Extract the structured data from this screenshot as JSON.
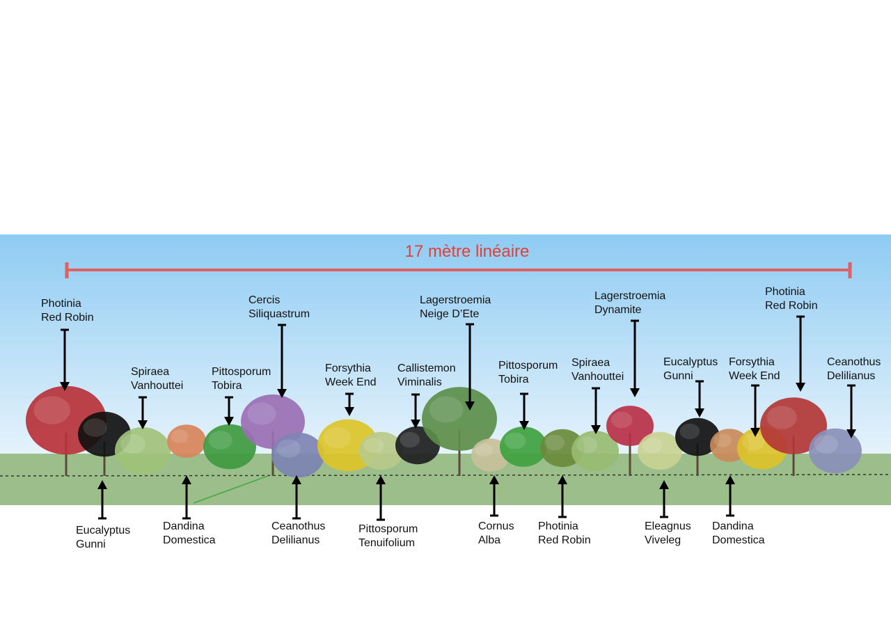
{
  "title": "17 mètre linéaire",
  "colors": {
    "sky_top": "#8ecbf3",
    "sky_bottom": "#e6f3fb",
    "ground": "#9cbe8a",
    "measure_line": "#e06060",
    "title": "#e0403a",
    "arrow": "#000000"
  },
  "top_labels": [
    {
      "id": "photinia-1",
      "line1": "Photinia",
      "line2": "Red Robin"
    },
    {
      "id": "spiraea-1",
      "line1": "Spiraea",
      "line2": "Vanhouttei"
    },
    {
      "id": "pittosporum-1",
      "line1": "Pittosporum",
      "line2": "Tobira"
    },
    {
      "id": "cercis",
      "line1": "Cercis",
      "line2": "Siliquastrum"
    },
    {
      "id": "forsythia-1",
      "line1": "Forsythia",
      "line2": "Week End"
    },
    {
      "id": "callistemon",
      "line1": "Callistemon",
      "line2": "Viminalis"
    },
    {
      "id": "lagerstroemia-1",
      "line1": "Lagerstroemia",
      "line2": "Neige D’Ete"
    },
    {
      "id": "pittosporum-2",
      "line1": "Pittosporum",
      "line2": "Tobira"
    },
    {
      "id": "spiraea-2",
      "line1": "Spiraea",
      "line2": "Vanhouttei"
    },
    {
      "id": "lagerstroemia-2",
      "line1": "Lagerstroemia",
      "line2": "Dynamite"
    },
    {
      "id": "eucalyptus-2",
      "line1": "Eucalyptus",
      "line2": "Gunni"
    },
    {
      "id": "forsythia-2",
      "line1": "Forsythia",
      "line2": "Week End"
    },
    {
      "id": "photinia-3",
      "line1": "Photinia",
      "line2": "Red Robin"
    },
    {
      "id": "ceanothus-2",
      "line1": "Ceanothus",
      "line2": "Delilianus"
    }
  ],
  "bottom_labels": [
    {
      "id": "eucalyptus-1",
      "line1": "Eucalyptus",
      "line2": "Gunni"
    },
    {
      "id": "dandina-1",
      "line1": "Dandina",
      "line2": "Domestica"
    },
    {
      "id": "ceanothus-1",
      "line1": "Ceanothus",
      "line2": "Delilianus"
    },
    {
      "id": "pittosporum-3",
      "line1": "Pittosporum",
      "line2": "Tenuifolium"
    },
    {
      "id": "cornus",
      "line1": "Cornus",
      "line2": "Alba"
    },
    {
      "id": "photinia-2",
      "line1": "Photinia",
      "line2": "Red Robin"
    },
    {
      "id": "eleagnus",
      "line1": "Eleagnus",
      "line2": "Viveleg"
    },
    {
      "id": "dandina-2",
      "line1": "Dandina",
      "line2": "Domestica"
    }
  ]
}
